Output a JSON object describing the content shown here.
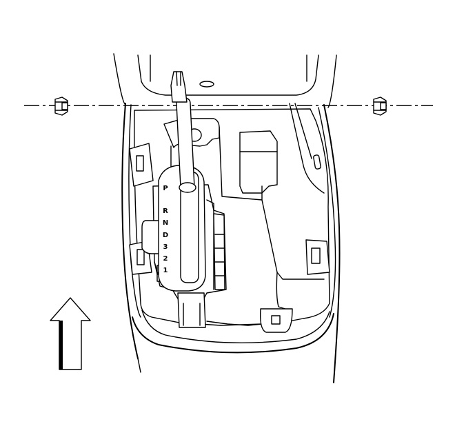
{
  "diagram": {
    "gear_positions": [
      "P",
      "R",
      "N",
      "D",
      "3",
      "2",
      "1"
    ],
    "colors": {
      "line": "#000000",
      "background": "#ffffff"
    },
    "icons": [
      "hex-nut-icon",
      "arrow-up-icon"
    ]
  }
}
